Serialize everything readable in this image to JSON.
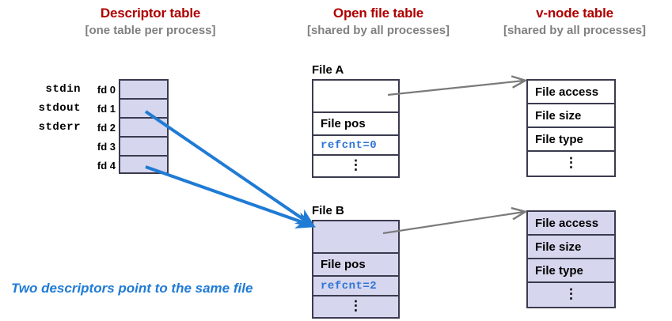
{
  "headers": [
    {
      "title": "Descriptor table",
      "subtitle": "[one table per process]"
    },
    {
      "title": "Open file table",
      "subtitle": "[shared by all processes]"
    },
    {
      "title": "v-node table",
      "subtitle": "[shared by all processes]"
    }
  ],
  "descriptor_table": {
    "rows": [
      {
        "std": "stdin",
        "fd": "fd 0"
      },
      {
        "std": "stdout",
        "fd": "fd 1"
      },
      {
        "std": "stderr",
        "fd": "fd 2"
      },
      {
        "std": "",
        "fd": "fd 3"
      },
      {
        "std": "",
        "fd": "fd 4"
      }
    ]
  },
  "open_file_table": {
    "entries": [
      {
        "label": "File A",
        "fill": "white",
        "rows": [
          "",
          "File pos",
          "refcnt=0",
          "⋮"
        ],
        "refcnt": "refcnt=0"
      },
      {
        "label": "File B",
        "fill": "lavender",
        "rows": [
          "",
          "File pos",
          "refcnt=2",
          "⋮"
        ],
        "refcnt": "refcnt=2"
      }
    ]
  },
  "vnode_table": {
    "entries": [
      {
        "fill": "white",
        "rows": [
          "File access",
          "File size",
          "File type",
          "⋮"
        ]
      },
      {
        "fill": "lavender",
        "rows": [
          "File access",
          "File size",
          "File type",
          "⋮"
        ]
      }
    ]
  },
  "caption": "Two descriptors point to the same file",
  "colors": {
    "title_red": "#B00000",
    "subtitle_gray": "#808080",
    "box_border": "#3b3b4f",
    "lavender_fill": "#D6D6EE",
    "blue_arrow": "#1F7BD4",
    "gray_arrow": "#7a7a7a",
    "refcnt_blue": "#2E75D4",
    "caption_blue": "#1F7BD4"
  }
}
